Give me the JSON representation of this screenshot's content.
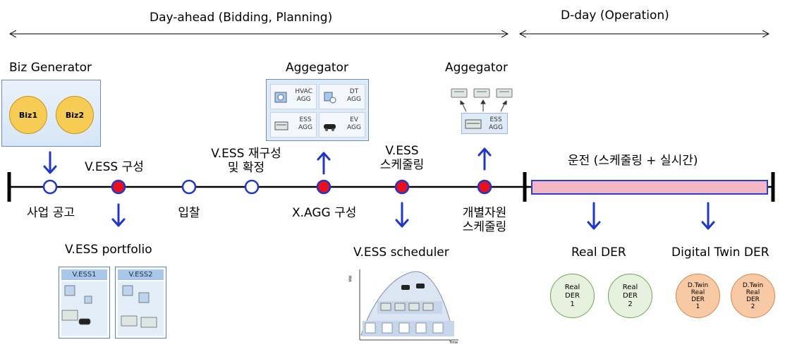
{
  "phases": {
    "day_ahead": "Day-ahead (Bidding, Planning)",
    "d_day": "D-day (Operation)"
  },
  "biz_generator": {
    "title": "Biz Generator",
    "items": [
      "Biz1",
      "Biz2"
    ]
  },
  "aggregator_center": {
    "title": "Aggegator",
    "cells": [
      {
        "line1": "HVAC",
        "line2": "AGG",
        "icon": "hvac-unit-icon"
      },
      {
        "line1": "DT",
        "line2": "AGG",
        "icon": "digital-twin-icon"
      },
      {
        "line1": "ESS",
        "line2": "AGG",
        "icon": "battery-rack-icon"
      },
      {
        "line1": "EV",
        "line2": "AGG",
        "icon": "electric-car-icon"
      }
    ]
  },
  "aggregator_right": {
    "title": "Aggegator",
    "cell": {
      "line1": "ESS",
      "line2": "AGG"
    }
  },
  "timeline": {
    "events": [
      {
        "label": "사업 공고",
        "filled": false
      },
      {
        "label": "V.ESS 구성",
        "filled": true
      },
      {
        "label": "입찰",
        "filled": false
      },
      {
        "label_line1": "V.ESS 재구성",
        "label_line2": "및 확정",
        "filled": false
      },
      {
        "label": "X.AGG 구성",
        "filled": true
      },
      {
        "label_line1": "V.ESS",
        "label_line2": "스케줄링",
        "filled": true
      },
      {
        "label_line1": "개별자원",
        "label_line2": "스케줄링",
        "filled": true
      }
    ],
    "operation_bar_label": "운전 (스케줄링 + 실시간)"
  },
  "portfolio": {
    "title": "V.ESS portfolio",
    "panels": [
      "V.ESS1",
      "V.ESS2"
    ]
  },
  "scheduler": {
    "title": "V.ESS scheduler",
    "y_axis": "MW",
    "x_axis": "Time"
  },
  "real_der": {
    "title": "Real  DER",
    "items": [
      {
        "line1": "Real",
        "line2": "DER",
        "line3": "1"
      },
      {
        "line1": "Real",
        "line2": "DER",
        "line3": "2"
      }
    ]
  },
  "twin_der": {
    "title": "Digital Twin DER",
    "items": [
      {
        "line1": "D.Twin",
        "line2": "Real",
        "line3": "DER",
        "line4": "1"
      },
      {
        "line1": "D.Twin",
        "line2": "Real",
        "line3": "DER",
        "line4": "2"
      }
    ]
  },
  "colors": {
    "arrow_blue": "#1f36c9",
    "node_red": "#e8101e",
    "bar_fill": "#f3b6c4",
    "panel_blue": "#dfeaf7"
  }
}
